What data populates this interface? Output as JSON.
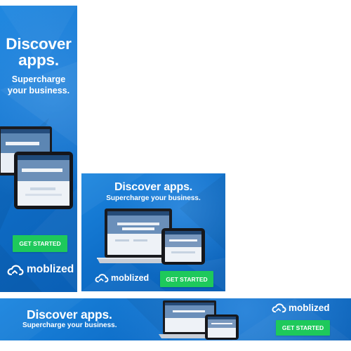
{
  "brand": {
    "name": "moblized",
    "accent_color": "#1ec95b",
    "background_color": "#0f6fc9",
    "icon": "cloud-logo-icon"
  },
  "skyscraper": {
    "headline_line1": "Discover",
    "headline_line2": "apps.",
    "subline_line1": "Supercharge",
    "subline_line2": "your business.",
    "cta_label": "GET STARTED",
    "logo_text": "moblized"
  },
  "square": {
    "headline": "Discover apps.",
    "subline": "Supercharge your business.",
    "cta_label": "GET STARTED",
    "logo_text": "moblized"
  },
  "leaderboard": {
    "headline": "Discover apps.",
    "subline": "Supercharge your business.",
    "cta_label": "GET STARTED",
    "logo_text": "moblized"
  },
  "device_screens": {
    "laptop_heading": "Discover apps. Supercharge your business.",
    "tablet_heading": "Discover apps. Supercharge your business."
  }
}
